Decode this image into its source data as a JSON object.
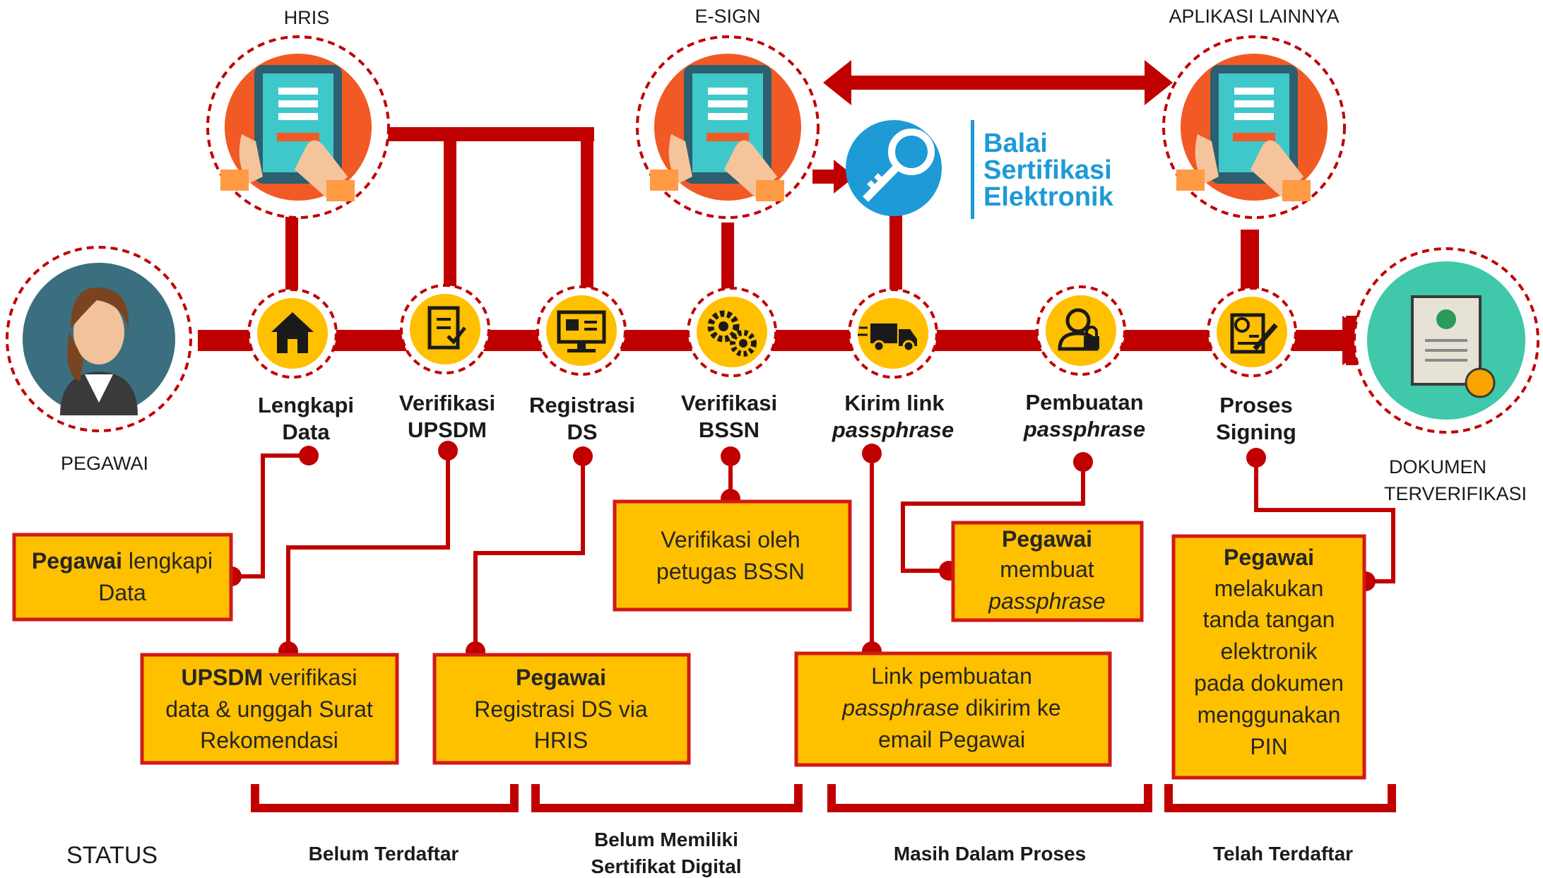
{
  "apps": {
    "hris": "HRIS",
    "esign": "E-SIGN",
    "others": "APLIKASI LAINNYA"
  },
  "bsre": {
    "line1": "Balai",
    "line2": "Sertifikasi",
    "line3": "Elektronik"
  },
  "ends": {
    "start": "PEGAWAI",
    "end_line1": "DOKUMEN",
    "end_line2": "TERVERIFIKASI"
  },
  "steps": [
    {
      "line1": "Lengkapi",
      "line2": "Data",
      "icon": "house-icon"
    },
    {
      "line1": "Verifikasi",
      "line2": "UPSDM",
      "icon": "document-check-icon"
    },
    {
      "line1": "Registrasi",
      "line2": "DS",
      "icon": "computer-icon"
    },
    {
      "line1": "Verifikasi",
      "line2": "BSSN",
      "icon": "gears-icon"
    },
    {
      "line1": "Kirim link",
      "line2": "passphrase",
      "icon": "delivery-truck-icon"
    },
    {
      "line1": "Pembuatan",
      "line2": "passphrase",
      "icon": "user-lock-icon"
    },
    {
      "line1": "Proses",
      "line2": "Signing",
      "icon": "certificate-sign-icon"
    }
  ],
  "boxes": {
    "b1": {
      "bold": "Pegawai",
      "rest": " lengkapi",
      "line2": "Data"
    },
    "b2": {
      "bold": "UPSDM",
      "rest": " verifikasi",
      "line2": "data & unggah Surat",
      "line3": "Rekomendasi"
    },
    "b3": {
      "bold": "Pegawai",
      "line2": "Registrasi DS via",
      "line3": "HRIS"
    },
    "b4": {
      "line1": "Verifikasi oleh",
      "line2": "petugas BSSN"
    },
    "b5": {
      "bold": "Pegawai",
      "line2": "membuat",
      "line3": "passphrase"
    },
    "b6": {
      "line1": "Link pembuatan",
      "line2_ital": "passphrase",
      "line2_rest": " dikirim ke",
      "line3": "email Pegawai"
    },
    "b7": {
      "bold": "Pegawai",
      "line2": "melakukan",
      "line3": "tanda tangan",
      "line4": "elektronik",
      "line5": "pada dokumen",
      "line6": "menggunakan",
      "line7": "PIN"
    }
  },
  "status": {
    "label": "STATUS",
    "s1": "Belum Terdaftar",
    "s2_line1": "Belum Memiliki",
    "s2_line2": "Sertifikat Digital",
    "s3": "Masih Dalam Proses",
    "s4": "Telah Terdaftar"
  },
  "colors": {
    "accent_red": "#c00000",
    "box_yellow": "#ffc000",
    "tablet_orange": "#f15a24",
    "tablet_teal": "#2c5f6f",
    "doc_teal": "#3fc8a9",
    "person_bg": "#3b6f80",
    "bsre_blue": "#1e9ad6"
  }
}
